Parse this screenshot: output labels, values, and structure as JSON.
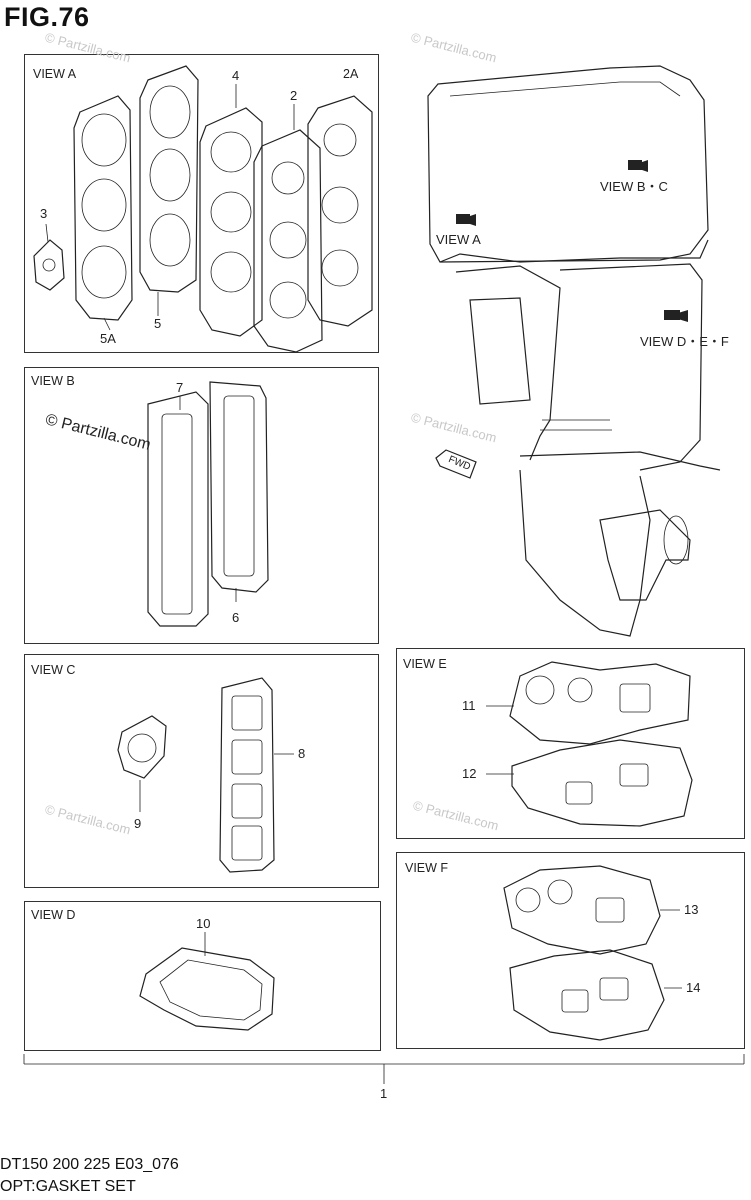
{
  "figure": {
    "title": "FIG.76"
  },
  "panels": {
    "view_a": {
      "label": "VIEW A",
      "tag": "2A"
    },
    "view_b": {
      "label": "VIEW B"
    },
    "view_c": {
      "label": "VIEW C"
    },
    "view_d": {
      "label": "VIEW D"
    },
    "view_e": {
      "label": "VIEW E"
    },
    "view_f": {
      "label": "VIEW F"
    }
  },
  "engine_labels": {
    "view_a": "VIEW A",
    "view_bc": "VIEW B・C",
    "view_def": "VIEW D・E・F",
    "fwd": "FWD"
  },
  "callouts": {
    "c1": "1",
    "c2": "2",
    "c3": "3",
    "c4": "4",
    "c5": "5",
    "c5a": "5A",
    "c6": "6",
    "c7": "7",
    "c8": "8",
    "c9": "9",
    "c10": "10",
    "c11": "11",
    "c12": "12",
    "c13": "13",
    "c14": "14"
  },
  "watermark": {
    "text": "© Partzilla.com"
  },
  "footer": {
    "model": "DT150 200 225 E03_076",
    "description": "OPT:GASKET SET"
  }
}
